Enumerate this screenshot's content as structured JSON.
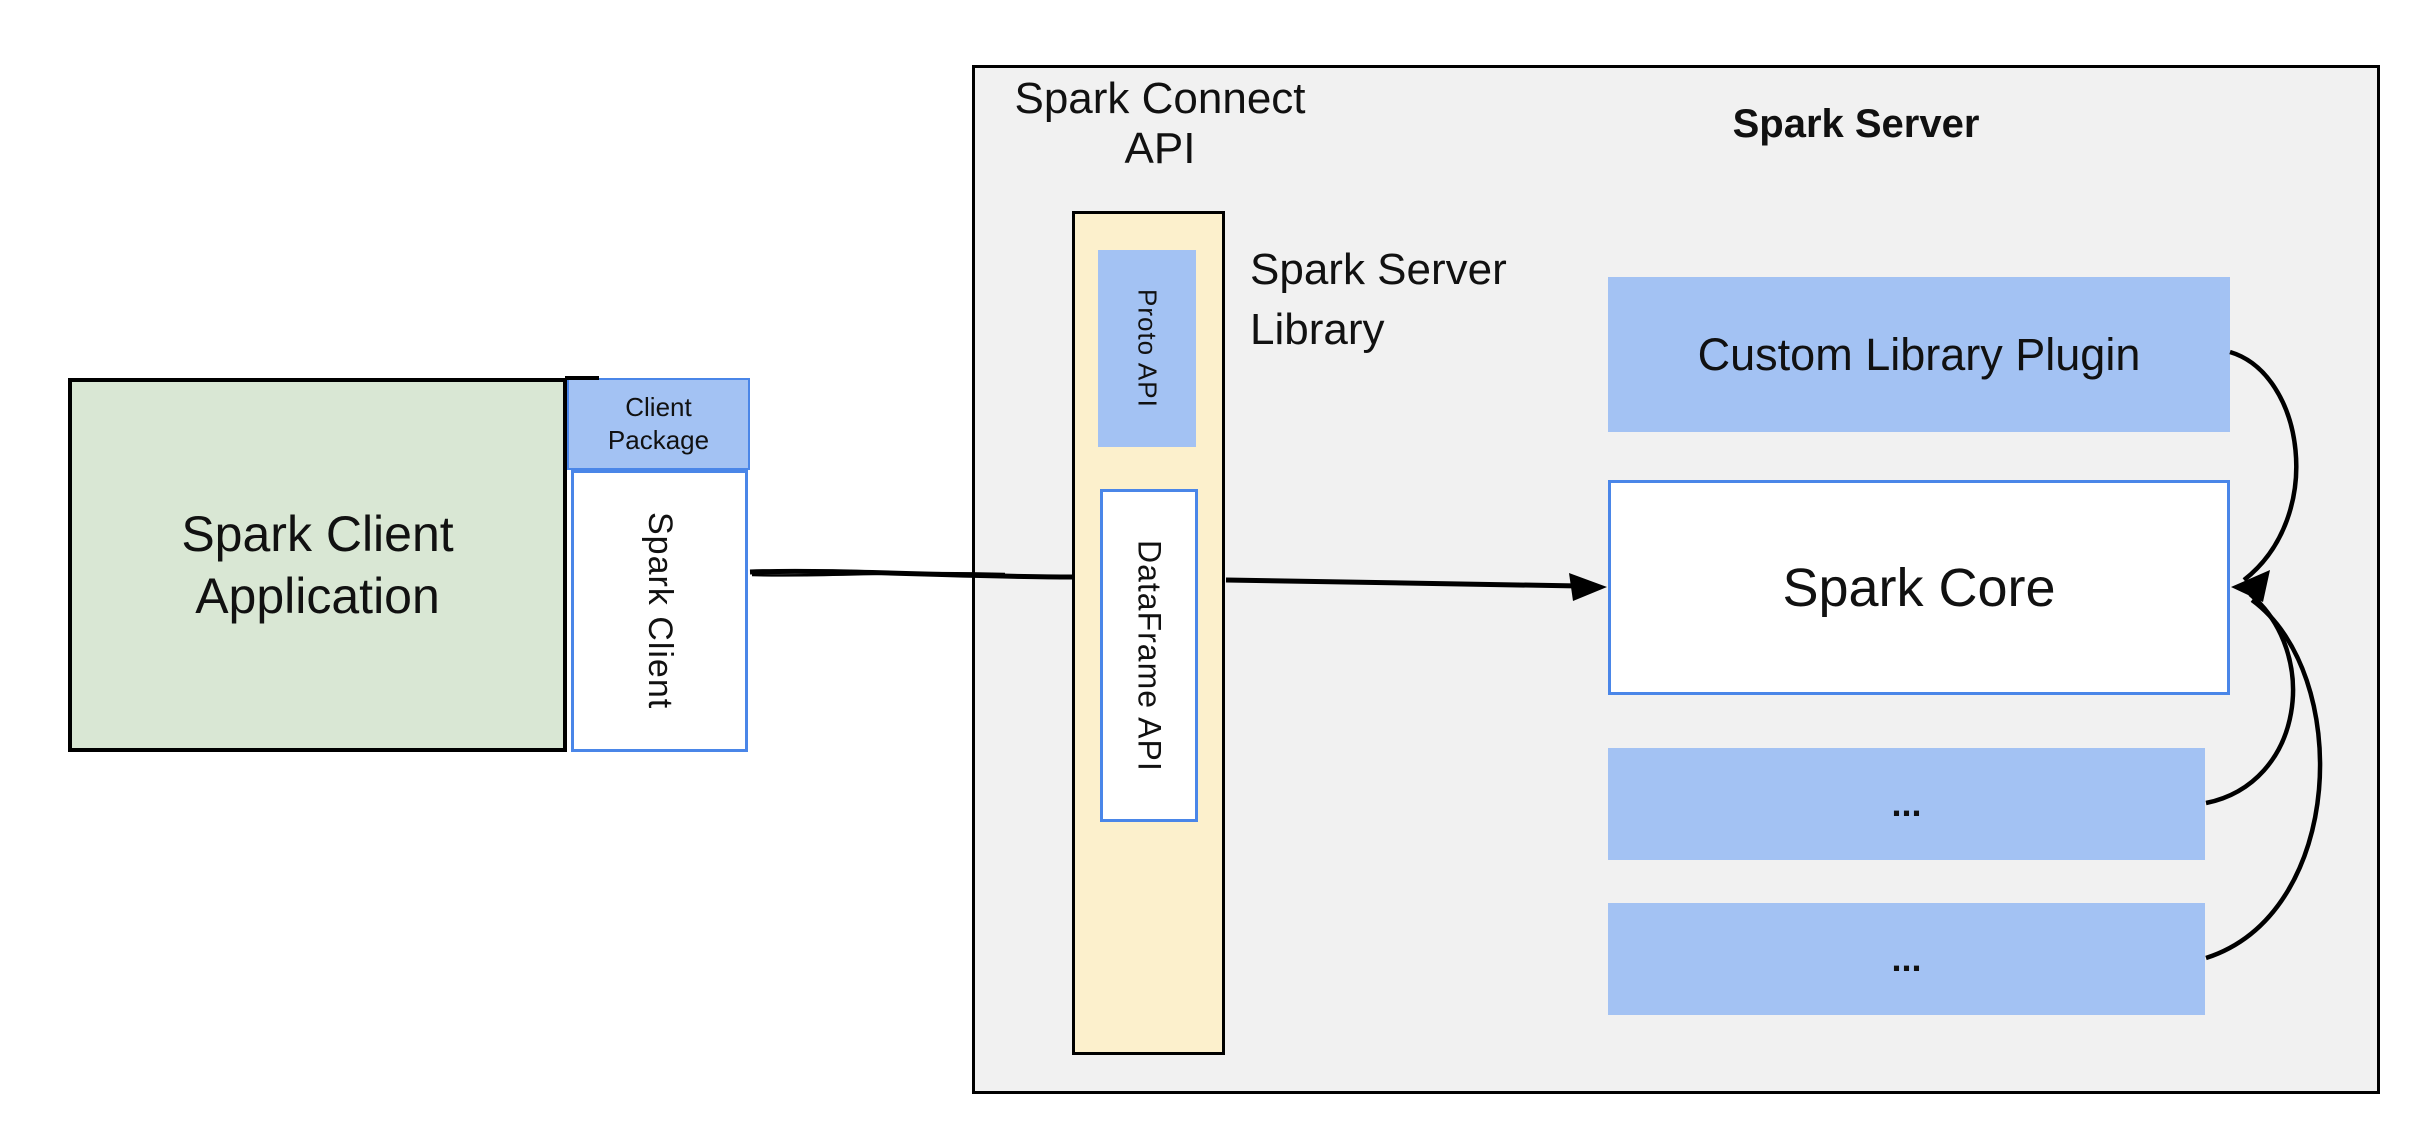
{
  "diagram": {
    "client": {
      "app_line1": "Spark Client",
      "app_line2": "Application",
      "package_line1": "Client",
      "package_line2": "Package",
      "client_label": "Spark Client"
    },
    "connect": {
      "title_line1": "Spark Connect",
      "title_line2": "API",
      "proto_label": "Proto API",
      "dataframe_label": "DataFrame API",
      "library_line1": "Spark Server",
      "library_line2": "Library"
    },
    "server": {
      "title": "Spark Server",
      "plugin_label": "Custom Library Plugin",
      "core_label": "Spark Core",
      "ellipsis1": "...",
      "ellipsis2": "..."
    },
    "colors": {
      "gray_fill": "#f1f1f1",
      "green_fill": "#d9e7d4",
      "blue_fill": "#a3c2f3",
      "blue_border": "#4a86e8",
      "yellow_fill": "#fcf0cc",
      "line": "#000000",
      "text": "#111111"
    }
  }
}
